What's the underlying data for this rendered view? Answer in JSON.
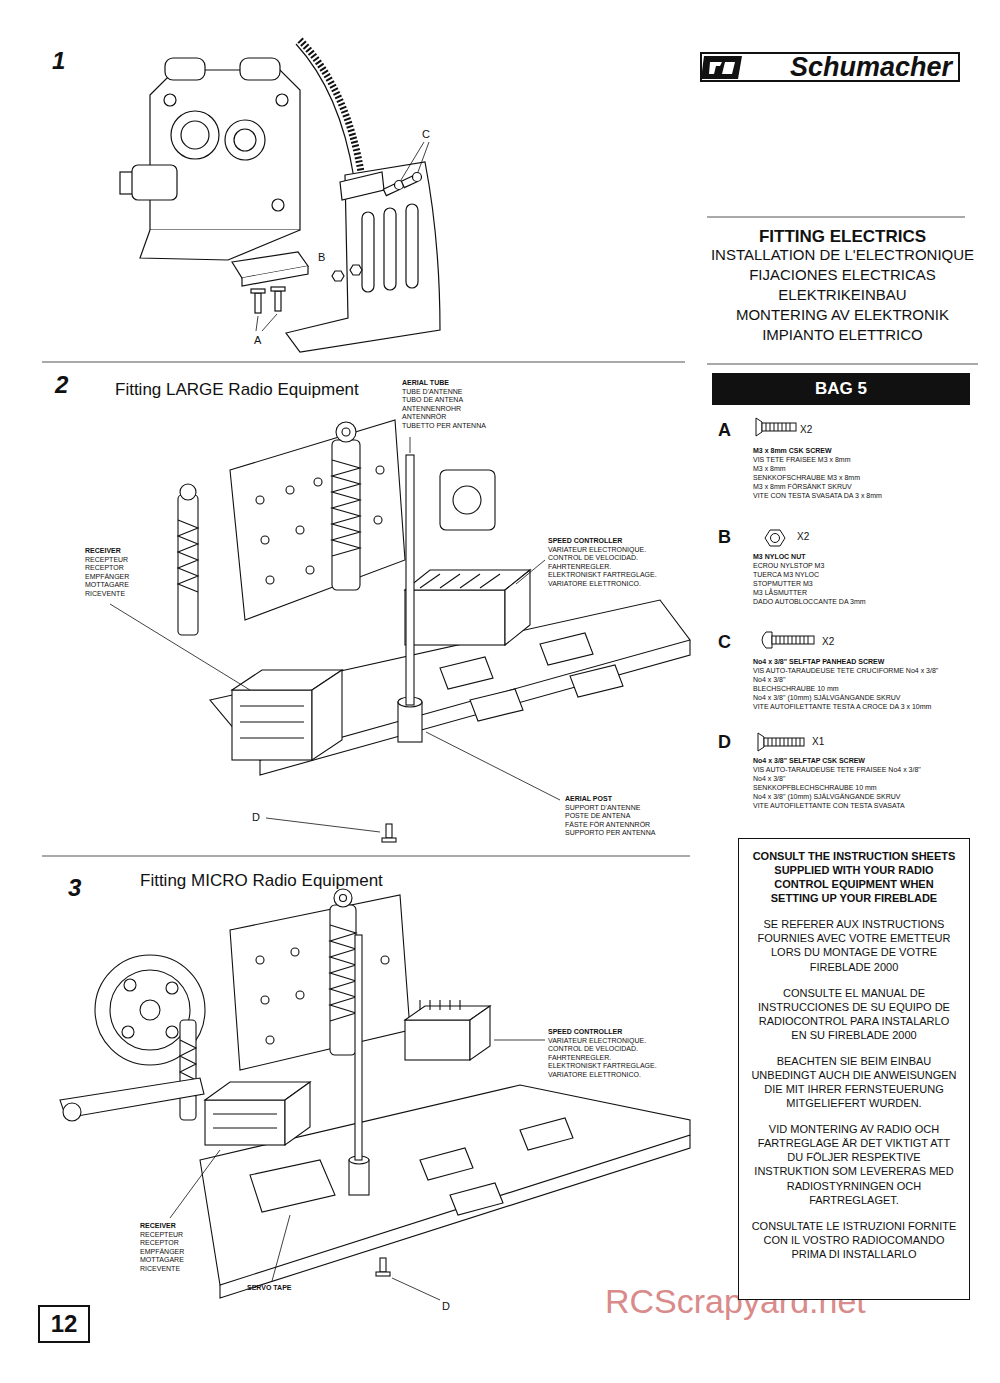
{
  "diagram": {
    "title": "FITTING ELECTRICS",
    "nodes": [
      {
        "text": [
          "Schumacher"
        ]
      },
      {
        "text": [
          "BAG 5"
        ]
      },
      {
        "text": [
          "CONSULT THE INSTRUCTION SHEETS SUPPLIED WITH YOUR RADIO CONTROL EQUIPMENT WHEN SETTING UP YOUR FIREBLADE",
          "SE REFERER AUX INSTRUCTIONS FOURNIES AVEC VOTRE EMETTEUR LORS DU MONTAGE DE VOTRE FIREBLADE 2000",
          "CONSULTE EL MANUAL DE INSTRUCCIONES DE SU EQUIPO DE RADIOCONTROL PARA INSTALARLO EN SU FIREBLADE 2000",
          "BEACHTEN SIE BEIM EINBAU UNBEDINGT AUCH DIE ANWEISUNGEN DIE MIT IHRER FERNSTEUERUNG MITGELIEFERT WURDEN.",
          "VID MONTERING AV RADIO OCH FARTREGLAGE ÄR DET VIKTIGT ATT DU FÖLJER RESPEKTIVE INSTRUKTION SOM LEVERERAS MED RADIOSTYRNINGEN OCH FARTREGLAGET.",
          "CONSULTATE LE ISTRUZIONI FORNITE CON IL VOSTRO RADIOCOMANDO PRIMA DI INSTALLARLO"
        ]
      },
      {
        "text": [
          "12"
        ]
      }
    ],
    "labels": [
      "1",
      "C",
      "B",
      "A",
      "INSTALLATION DE L'ELECTRONIQUE",
      "FIJACIONES ELECTRICAS",
      "ELEKTRIKEINBAU",
      "MONTERING AV ELEKTRONIK",
      "IMPIANTO ELETTRICO",
      "2",
      "Fitting LARGE Radio Equipment",
      "AERIAL TUBE",
      "TUBE D'ANTENNE",
      "TUBO DE ANTENA",
      "ANTENNENROHR",
      "ANTENNRÖR",
      "TUBETTO PER ANTENNA",
      "RECEIVER",
      "RECEPTEUR",
      "RECEPTOR",
      "EMPFÄNGER",
      "MOTTAGARE",
      "RICEVENTE",
      "SPEED CONTROLLER",
      "VARIATEUR ELECTRONIQUE.",
      "CONTROL DE VELOCIDAD.",
      "FAHRTENREGLER.",
      "ELEKTRONISKT FARTREGLAGE.",
      "VARIATORE ELETTRONICO.",
      "AERIAL POST",
      "SUPPORT D'ANTENNE",
      "POSTE DE ANTENA",
      "FÄSTE FÖR ANTENNRÖR",
      "SUPPORTO PER ANTENNA",
      "D",
      "3",
      "Fitting MICRO Radio Equipment",
      "SPEED CONTROLLER",
      "VARIATEUR ELECTRONIQUE.",
      "CONTROL DE VELOCIDAD.",
      "FAHRTENREGLER.",
      "ELEKTRONISKT FARTREGLAGE.",
      "VARIATORE ELETTRONICO.",
      "RECEIVER",
      "RECEPTEUR",
      "RECEPTOR",
      "EMPFÄNGER",
      "MOTTAGARE",
      "RICEVENTE",
      "SERVO TAPE",
      "D",
      "A",
      "X2",
      "M3 x 8mm CSK SCREW",
      "VIS TETE FRAISEE M3 x 8mm",
      "M3 x 8mm",
      "SENKKOFSCHRAUBE M3 x 8mm",
      "M3 x 8mm FÖRSÄNKT SKRUV",
      "VITE CON TESTA SVASATA DA 3 x 8mm",
      "B",
      "X2",
      "M3 NYLOC NUT",
      "ECROU NYLSTOP M3",
      "TUERCA M3 NYLOC",
      "STOPMUTTER M3",
      "M3 LÅSMUTTER",
      "DADO AUTOBLOCCANTE DA 3mm",
      "C",
      "X2",
      "No4 x 3/8\" SELFTAP PANHEAD SCREW",
      "VIS AUTO-TARAUDEUSE TETE CRUCIFORME No4 x 3/8\"",
      "No4 x 3/8\"",
      "BLECHSCHRAUBE 10 mm",
      "No4 x 3/8\" (10mm) SJÄLVGÄNGANDE SKRUV",
      "VITE AUTOFILETTANTE TESTA A CROCE DA 3 x 10mm",
      "D",
      "X1",
      "No4 x 3/8\" SELFTAP CSK SCREW",
      "VIS AUTO-TARAUDEUSE TETE FRAISEE No4 x 3/8\"",
      "No4 x 3/8\"",
      "SENKKOPFBLECHSCHRAUBE 10 mm",
      "No4 x 3/8\" (10mm) SJÄLVGÄNGANDE SKRUV",
      "VITE AUTOFILETTANTE CON TESTA SVASATA",
      "RCScrapyard.net"
    ]
  }
}
